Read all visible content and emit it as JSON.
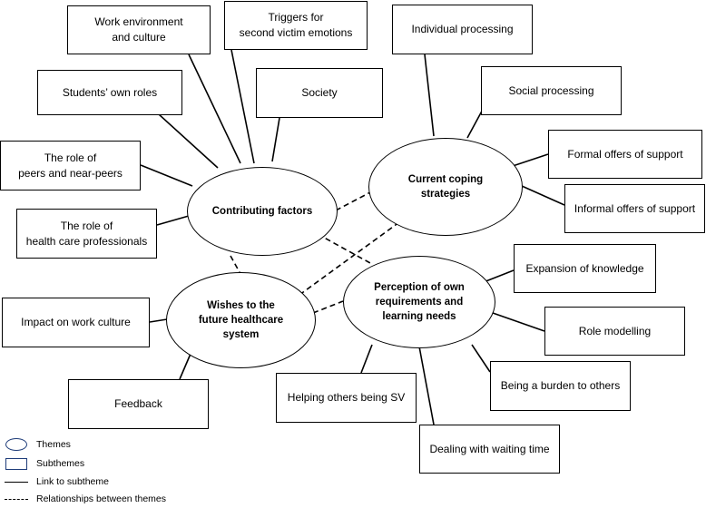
{
  "themes": {
    "contributing": "Contributing factors",
    "coping": "Current coping\nstrategies",
    "wishes": "Wishes to the\nfuture healthcare\nsystem",
    "perception": "Perception of own\nrequirements and\nlearning needs"
  },
  "subthemes": {
    "work_environment": "Work environment\nand culture",
    "triggers": "Triggers for\nsecond victim emotions",
    "society": "Society",
    "students_roles": "Students’ own roles",
    "peers": "The role of\npeers and near-peers",
    "professionals": "The role of\nhealth care professionals",
    "individual": "Individual processing",
    "social": "Social processing",
    "formal": "Formal offers of support",
    "informal": "Informal offers of support",
    "expansion": "Expansion of knowledge",
    "role_modelling": "Role modelling",
    "burden": "Being a burden to others",
    "waiting": "Dealing with waiting time",
    "helping": "Helping others being SV",
    "impact": "Impact on work culture",
    "feedback": "Feedback"
  },
  "legend": {
    "themes": "Themes",
    "subthemes": "Subthemes",
    "link": "Link to subtheme",
    "relationships": "Relationships between themes"
  }
}
